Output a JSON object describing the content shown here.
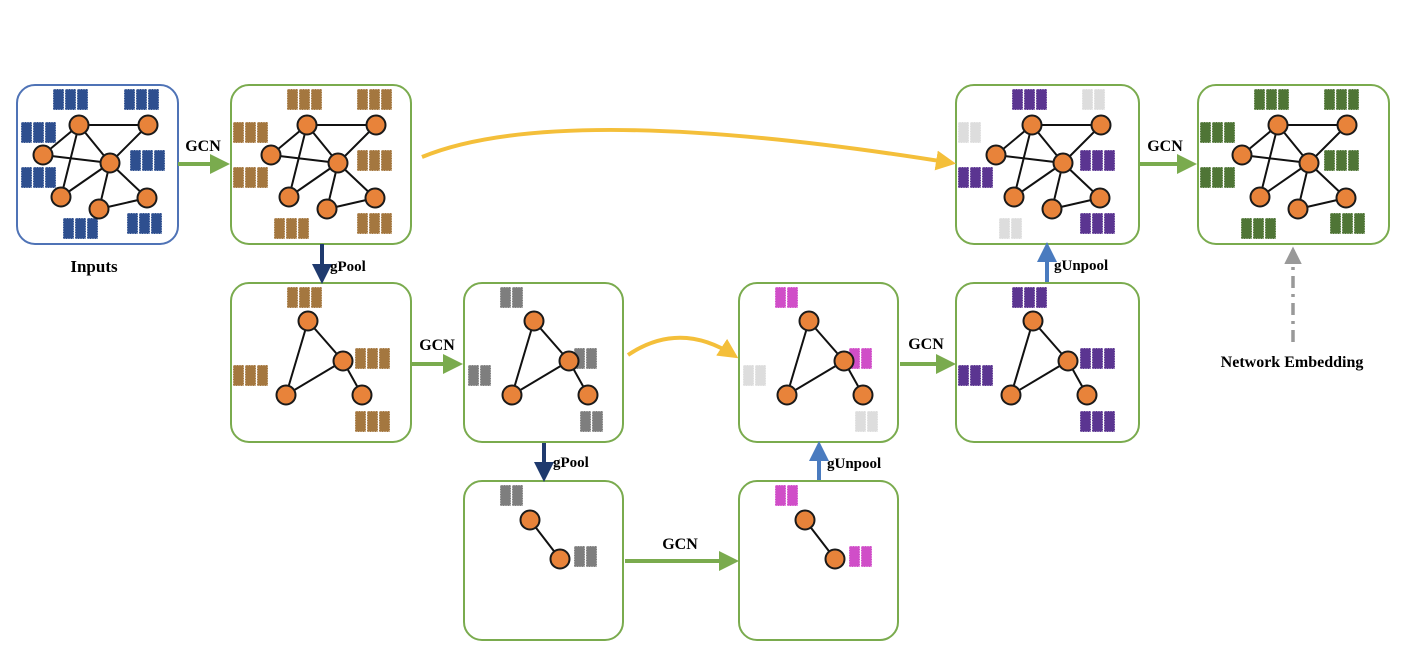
{
  "labels": {
    "inputs": "Inputs",
    "network_embedding": "Network Embedding",
    "gcn": "GCN",
    "gpool": "gPool",
    "gunpool": "gUnpool"
  },
  "colors": {
    "panel_border_inputs": "#4f73b6",
    "panel_border": "#7aab4e",
    "node_fill": "#e8833a",
    "node_stroke": "#1a1a1a",
    "gcn_arrow": "#7aab4e",
    "gpool_arrow": "#1f3a6e",
    "gunpool_arrow": "#4a7bbf",
    "skip_arrow": "#f4bf3a",
    "embedding_arrow": "#999999",
    "feat_inputs": "#2e4f8f",
    "feat_stage1": "#a4773f",
    "feat_stage2": "#7e7e7e",
    "feat_stage3": "#d04ec8",
    "feat_stage4": "#5b3591",
    "feat_output": "#4f7536",
    "feat_empty": "#dddddd"
  },
  "panels": [
    {
      "id": "inputs",
      "graph": "full",
      "feature_color": "feat_inputs"
    },
    {
      "id": "gcn-1",
      "graph": "full",
      "feature_color": "feat_stage1"
    },
    {
      "id": "gpool-1",
      "graph": "triangle",
      "feature_color": "feat_stage1"
    },
    {
      "id": "gcn-2",
      "graph": "triangle",
      "feature_color": "feat_stage2"
    },
    {
      "id": "gpool-2",
      "graph": "pair",
      "feature_color": "feat_stage2"
    },
    {
      "id": "gcn-3",
      "graph": "pair",
      "feature_color": "feat_stage3"
    },
    {
      "id": "gunpool-1",
      "graph": "triangle",
      "feature_color": "feat_stage3"
    },
    {
      "id": "gcn-4",
      "graph": "triangle",
      "feature_color": "feat_stage4"
    },
    {
      "id": "gunpool-2",
      "graph": "full",
      "feature_color": "feat_stage4"
    },
    {
      "id": "output",
      "graph": "full",
      "feature_color": "feat_output"
    }
  ]
}
